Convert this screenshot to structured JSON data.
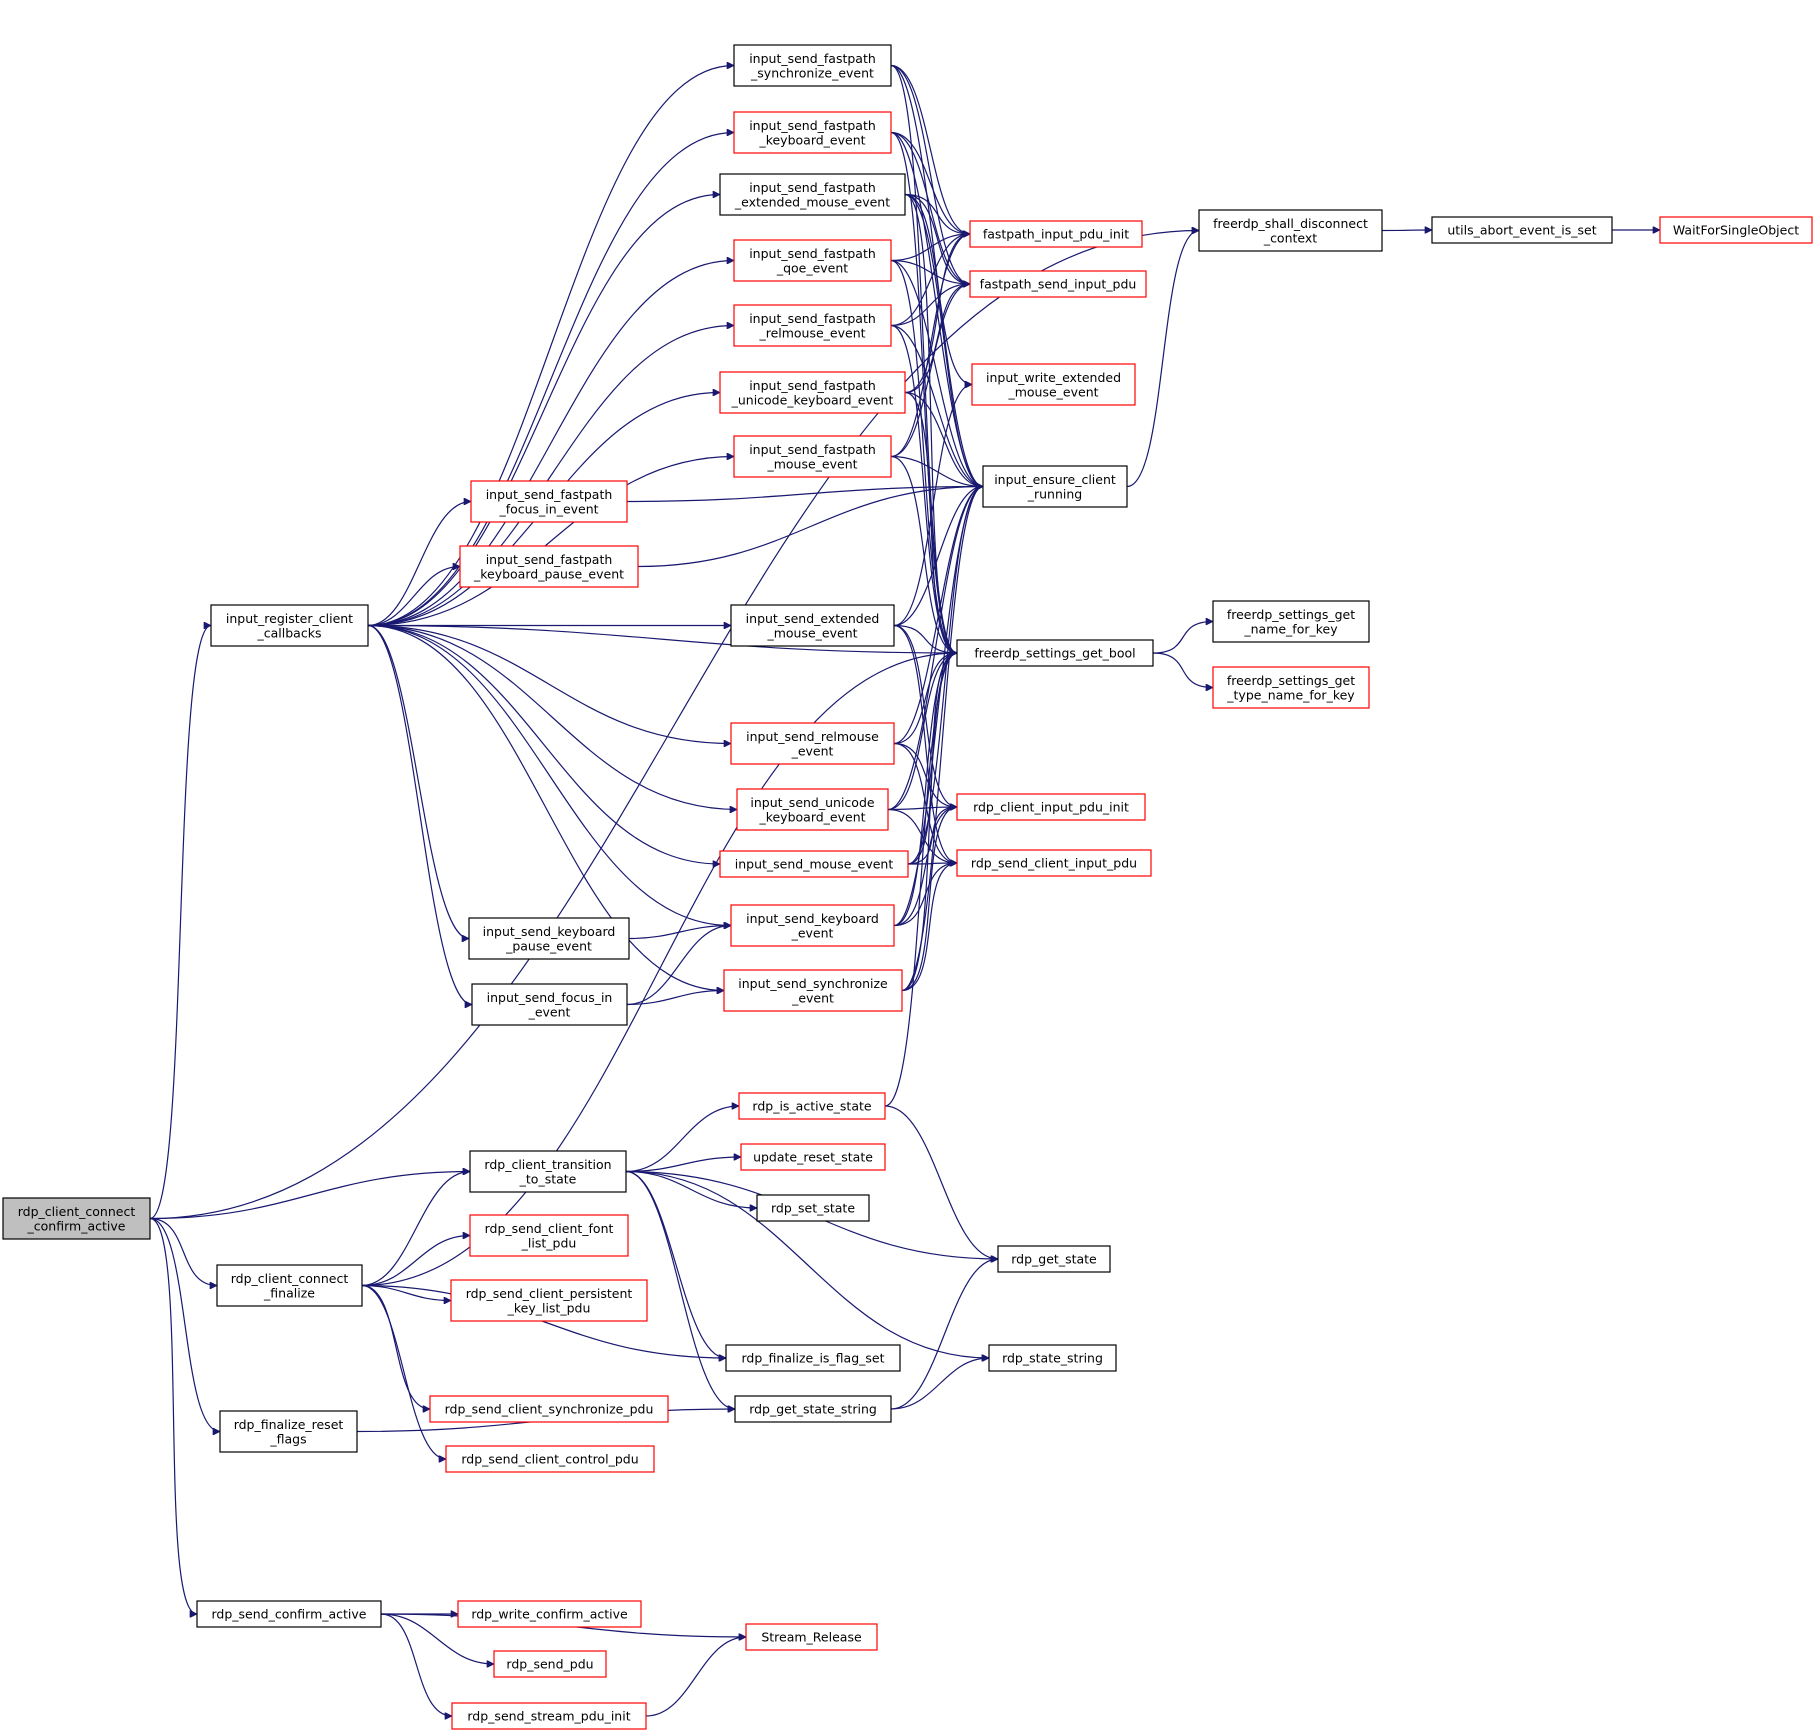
{
  "nodes": {
    "root": {
      "lines": [
        "rdp_client_connect",
        "_confirm_active"
      ],
      "style": "root"
    },
    "irc": {
      "lines": [
        "input_register_client",
        "_callbacks"
      ],
      "style": "black"
    },
    "ccf": {
      "lines": [
        "rdp_client_connect",
        "_finalize"
      ],
      "style": "black"
    },
    "frf": {
      "lines": [
        "rdp_finalize_reset",
        "_flags"
      ],
      "style": "black"
    },
    "sca": {
      "lines": [
        "rdp_send_confirm_active"
      ],
      "style": "black"
    },
    "ct": {
      "lines": [
        "rdp_client_transition",
        "_to_state"
      ],
      "style": "black"
    },
    "fp_sync": {
      "lines": [
        "input_send_fastpath",
        "_synchronize_event"
      ],
      "style": "black"
    },
    "fp_kb": {
      "lines": [
        "input_send_fastpath",
        "_keyboard_event"
      ],
      "style": "red"
    },
    "fp_ext": {
      "lines": [
        "input_send_fastpath",
        "_extended_mouse_event"
      ],
      "style": "black"
    },
    "fp_qoe": {
      "lines": [
        "input_send_fastpath",
        "_qoe_event"
      ],
      "style": "red"
    },
    "fp_rel": {
      "lines": [
        "input_send_fastpath",
        "_relmouse_event"
      ],
      "style": "red"
    },
    "fp_uni": {
      "lines": [
        "input_send_fastpath",
        "_unicode_keyboard_event"
      ],
      "style": "red"
    },
    "fp_mouse": {
      "lines": [
        "input_send_fastpath",
        "_mouse_event"
      ],
      "style": "red"
    },
    "fp_focus": {
      "lines": [
        "input_send_fastpath",
        "_focus_in_event"
      ],
      "style": "red"
    },
    "fp_pause": {
      "lines": [
        "input_send_fastpath",
        "_keyboard_pause_event"
      ],
      "style": "red"
    },
    "ext_mouse": {
      "lines": [
        "input_send_extended",
        "_mouse_event"
      ],
      "style": "black"
    },
    "relmouse": {
      "lines": [
        "input_send_relmouse",
        "_event"
      ],
      "style": "red"
    },
    "unicode_kb": {
      "lines": [
        "input_send_unicode",
        "_keyboard_event"
      ],
      "style": "red"
    },
    "mouse": {
      "lines": [
        "input_send_mouse_event"
      ],
      "style": "red"
    },
    "kb": {
      "lines": [
        "input_send_keyboard",
        "_event"
      ],
      "style": "red"
    },
    "kb_pause": {
      "lines": [
        "input_send_keyboard",
        "_pause_event"
      ],
      "style": "black"
    },
    "sync": {
      "lines": [
        "input_send_synchronize",
        "_event"
      ],
      "style": "red"
    },
    "focus_in": {
      "lines": [
        "input_send_focus_in",
        "_event"
      ],
      "style": "black"
    },
    "fpi_init": {
      "lines": [
        "fastpath_input_pdu_init"
      ],
      "style": "red"
    },
    "fp_send": {
      "lines": [
        "fastpath_send_input_pdu"
      ],
      "style": "red"
    },
    "iwe": {
      "lines": [
        "input_write_extended",
        "_mouse_event"
      ],
      "style": "red"
    },
    "iecr": {
      "lines": [
        "input_ensure_client",
        "_running"
      ],
      "style": "black"
    },
    "fsgb": {
      "lines": [
        "freerdp_settings_get_bool"
      ],
      "style": "black"
    },
    "rcipi": {
      "lines": [
        "rdp_client_input_pdu_init"
      ],
      "style": "red"
    },
    "rscip": {
      "lines": [
        "rdp_send_client_input_pdu"
      ],
      "style": "red"
    },
    "fsdc": {
      "lines": [
        "freerdp_shall_disconnect",
        "_context"
      ],
      "style": "black"
    },
    "uaes": {
      "lines": [
        "utils_abort_event_is_set"
      ],
      "style": "black"
    },
    "wfso": {
      "lines": [
        "WaitForSingleObject"
      ],
      "style": "red"
    },
    "fsgn": {
      "lines": [
        "freerdp_settings_get",
        "_name_for_key"
      ],
      "style": "black"
    },
    "fsgt": {
      "lines": [
        "freerdp_settings_get",
        "_type_name_for_key"
      ],
      "style": "red"
    },
    "ras": {
      "lines": [
        "rdp_is_active_state"
      ],
      "style": "red"
    },
    "urs": {
      "lines": [
        "update_reset_state"
      ],
      "style": "red"
    },
    "rss": {
      "lines": [
        "rdp_set_state"
      ],
      "style": "black"
    },
    "rgs": {
      "lines": [
        "rdp_get_state"
      ],
      "style": "black"
    },
    "rscf": {
      "lines": [
        "rdp_send_client_font",
        "_list_pdu"
      ],
      "style": "red"
    },
    "rscp": {
      "lines": [
        "rdp_send_client_persistent",
        "_key_list_pdu"
      ],
      "style": "red"
    },
    "rfifs": {
      "lines": [
        "rdp_finalize_is_flag_set"
      ],
      "style": "black"
    },
    "rst": {
      "lines": [
        "rdp_state_string"
      ],
      "style": "black"
    },
    "rgss": {
      "lines": [
        "rdp_get_state_string"
      ],
      "style": "black"
    },
    "rscs": {
      "lines": [
        "rdp_send_client_synchronize_pdu"
      ],
      "style": "red"
    },
    "rscc": {
      "lines": [
        "rdp_send_client_control_pdu"
      ],
      "style": "red"
    },
    "rwca": {
      "lines": [
        "rdp_write_confirm_active"
      ],
      "style": "red"
    },
    "rsp": {
      "lines": [
        "rdp_send_pdu"
      ],
      "style": "red"
    },
    "sr": {
      "lines": [
        "Stream_Release"
      ],
      "style": "red"
    },
    "rsspi": {
      "lines": [
        "rdp_send_stream_pdu_init"
      ],
      "style": "red"
    }
  },
  "edges": [
    [
      "root",
      "irc"
    ],
    [
      "root",
      "ccf"
    ],
    [
      "root",
      "frf"
    ],
    [
      "root",
      "sca"
    ],
    [
      "root",
      "ct"
    ],
    [
      "root",
      "fsdc"
    ],
    [
      "irc",
      "fp_sync"
    ],
    [
      "irc",
      "fp_kb"
    ],
    [
      "irc",
      "fp_ext"
    ],
    [
      "irc",
      "fp_qoe"
    ],
    [
      "irc",
      "fp_rel"
    ],
    [
      "irc",
      "fp_uni"
    ],
    [
      "irc",
      "fp_mouse"
    ],
    [
      "irc",
      "fp_focus"
    ],
    [
      "irc",
      "fp_pause"
    ],
    [
      "irc",
      "ext_mouse"
    ],
    [
      "irc",
      "fsgb"
    ],
    [
      "irc",
      "relmouse"
    ],
    [
      "irc",
      "unicode_kb"
    ],
    [
      "irc",
      "mouse"
    ],
    [
      "irc",
      "kb"
    ],
    [
      "irc",
      "kb_pause"
    ],
    [
      "irc",
      "focus_in"
    ],
    [
      "irc",
      "sync"
    ],
    [
      "fp_sync",
      "fpi_init"
    ],
    [
      "fp_sync",
      "fp_send"
    ],
    [
      "fp_sync",
      "iecr"
    ],
    [
      "fp_sync",
      "fsgb"
    ],
    [
      "fp_kb",
      "fpi_init"
    ],
    [
      "fp_kb",
      "fp_send"
    ],
    [
      "fp_kb",
      "iecr"
    ],
    [
      "fp_kb",
      "fsgb"
    ],
    [
      "fp_ext",
      "fpi_init"
    ],
    [
      "fp_ext",
      "fp_send"
    ],
    [
      "fp_ext",
      "iwe"
    ],
    [
      "fp_ext",
      "iecr"
    ],
    [
      "fp_ext",
      "fsgb"
    ],
    [
      "fp_qoe",
      "fpi_init"
    ],
    [
      "fp_qoe",
      "fp_send"
    ],
    [
      "fp_qoe",
      "iecr"
    ],
    [
      "fp_qoe",
      "fsgb"
    ],
    [
      "fp_rel",
      "fpi_init"
    ],
    [
      "fp_rel",
      "fp_send"
    ],
    [
      "fp_rel",
      "iecr"
    ],
    [
      "fp_rel",
      "fsgb"
    ],
    [
      "fp_uni",
      "fpi_init"
    ],
    [
      "fp_uni",
      "fp_send"
    ],
    [
      "fp_uni",
      "iecr"
    ],
    [
      "fp_uni",
      "fsgb"
    ],
    [
      "fp_mouse",
      "fpi_init"
    ],
    [
      "fp_mouse",
      "fp_send"
    ],
    [
      "fp_mouse",
      "iecr"
    ],
    [
      "fp_mouse",
      "fsgb"
    ],
    [
      "fp_focus",
      "iecr"
    ],
    [
      "fp_pause",
      "iecr"
    ],
    [
      "ext_mouse",
      "iecr"
    ],
    [
      "ext_mouse",
      "fsgb"
    ],
    [
      "ext_mouse",
      "rcipi"
    ],
    [
      "ext_mouse",
      "rscip"
    ],
    [
      "ext_mouse",
      "iwe"
    ],
    [
      "relmouse",
      "iecr"
    ],
    [
      "relmouse",
      "fsgb"
    ],
    [
      "relmouse",
      "rcipi"
    ],
    [
      "relmouse",
      "rscip"
    ],
    [
      "unicode_kb",
      "iecr"
    ],
    [
      "unicode_kb",
      "fsgb"
    ],
    [
      "unicode_kb",
      "rcipi"
    ],
    [
      "unicode_kb",
      "rscip"
    ],
    [
      "mouse",
      "iecr"
    ],
    [
      "mouse",
      "fsgb"
    ],
    [
      "mouse",
      "rcipi"
    ],
    [
      "mouse",
      "rscip"
    ],
    [
      "kb",
      "iecr"
    ],
    [
      "kb",
      "fsgb"
    ],
    [
      "kb",
      "rcipi"
    ],
    [
      "kb",
      "rscip"
    ],
    [
      "kb_pause",
      "kb"
    ],
    [
      "focus_in",
      "kb"
    ],
    [
      "focus_in",
      "sync"
    ],
    [
      "sync",
      "iecr"
    ],
    [
      "sync",
      "fsgb"
    ],
    [
      "sync",
      "rcipi"
    ],
    [
      "sync",
      "rscip"
    ],
    [
      "iecr",
      "fsdc"
    ],
    [
      "fsdc",
      "uaes"
    ],
    [
      "uaes",
      "wfso"
    ],
    [
      "fsgb",
      "fsgn"
    ],
    [
      "fsgb",
      "fsgt"
    ],
    [
      "ccf",
      "ct"
    ],
    [
      "ccf",
      "rscf"
    ],
    [
      "ccf",
      "rscp"
    ],
    [
      "ccf",
      "rfifs"
    ],
    [
      "ccf",
      "rscs"
    ],
    [
      "ccf",
      "rscc"
    ],
    [
      "ccf",
      "fsgb"
    ],
    [
      "ct",
      "ras"
    ],
    [
      "ct",
      "urs"
    ],
    [
      "ct",
      "rss"
    ],
    [
      "ct",
      "rgs"
    ],
    [
      "ct",
      "rfifs"
    ],
    [
      "ct",
      "rst"
    ],
    [
      "ct",
      "rgss"
    ],
    [
      "ras",
      "rgs"
    ],
    [
      "ras",
      "fsgb"
    ],
    [
      "rgss",
      "rgs"
    ],
    [
      "rgss",
      "rst"
    ],
    [
      "frf",
      "rgss"
    ],
    [
      "sca",
      "rwca"
    ],
    [
      "sca",
      "rsp"
    ],
    [
      "sca",
      "rsspi"
    ],
    [
      "sca",
      "sr"
    ],
    [
      "rsspi",
      "sr"
    ]
  ],
  "colors": {
    "edge": "#191970",
    "black_border": "#000000",
    "red_border": "#ff0000",
    "root_fill": "#bfbfbf",
    "node_fill": "#ffffff"
  }
}
